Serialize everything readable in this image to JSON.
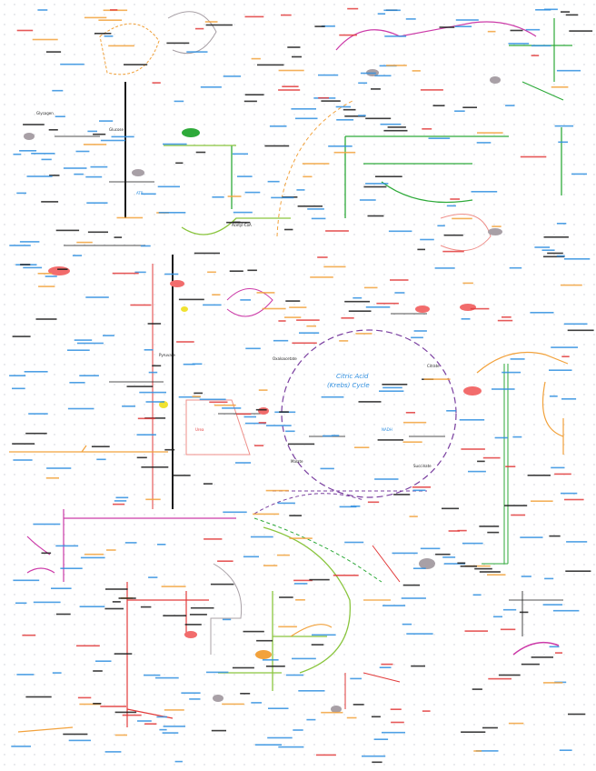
{
  "diagram": {
    "center_label_1": "Citric Acid",
    "center_label_2": "(Krebs) Cycle",
    "node_labels": [
      "Glucose",
      "Glycogen",
      "Pyruvate",
      "Acetyl-CoA",
      "Oxaloacetate",
      "Citrate",
      "Succinate",
      "Malate",
      "Urea",
      "NADH",
      "ATP"
    ]
  },
  "colors": {
    "dots": "#c9cdd4",
    "blue": "#2f8fe0",
    "black": "#1a1a1a",
    "orange": "#f2a23c",
    "green": "#2eaa3a",
    "lime": "#8ac53e",
    "purple": "#7a3fa0",
    "magenta": "#cc3aa8",
    "red": "#e23b3b",
    "salmon": "#ef8f8a",
    "pink": "#f26c6c",
    "gray": "#a8a0a6",
    "yellow": "#f0e230"
  }
}
